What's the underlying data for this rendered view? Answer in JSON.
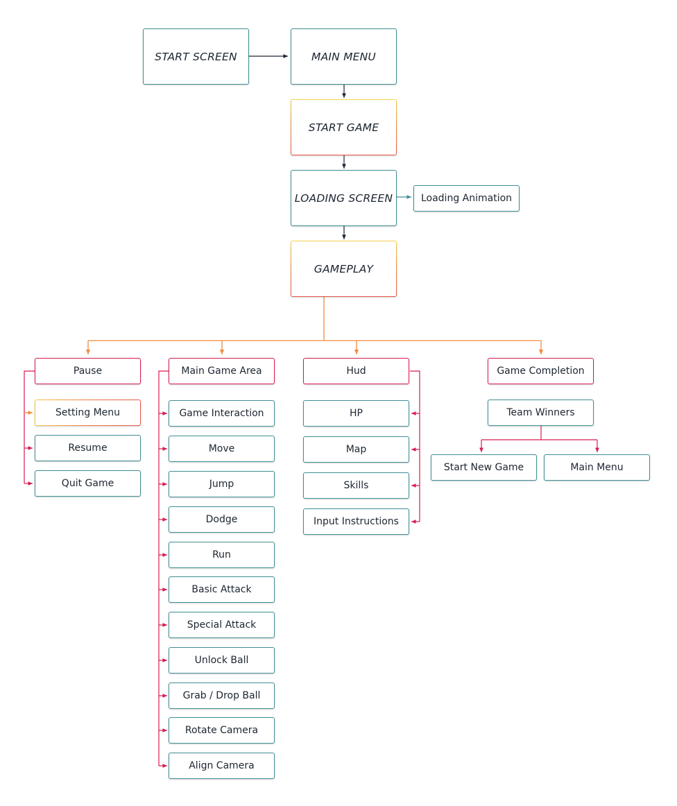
{
  "colors": {
    "teal": "#3f8f95",
    "red": "#d81b4e",
    "orange": "#f08a3c",
    "yellow": "#f7d34a",
    "navy": "#1c2530"
  },
  "flow": {
    "start_screen": "START SCREEN",
    "main_menu": "MAIN MENU",
    "start_game": "START GAME",
    "loading_screen": "LOADING SCREEN",
    "loading_animation": "Loading Animation",
    "gameplay": "GAMEPLAY"
  },
  "pause": {
    "title": "Pause",
    "items": [
      "Setting Menu",
      "Resume",
      "Quit Game"
    ]
  },
  "main_game_area": {
    "title": "Main Game Area",
    "items": [
      "Game Interaction",
      "Move",
      "Jump",
      "Dodge",
      "Run",
      "Basic Attack",
      "Special Attack",
      "Unlock Ball",
      "Grab / Drop Ball",
      "Rotate Camera",
      "Align Camera"
    ]
  },
  "hud": {
    "title": "Hud",
    "items": [
      "HP",
      "Map",
      "Skills",
      "Input Instructions"
    ]
  },
  "game_completion": {
    "title": "Game Completion",
    "team_winners": "Team Winners",
    "start_new_game": "Start New Game",
    "main_menu": "Main Menu"
  }
}
